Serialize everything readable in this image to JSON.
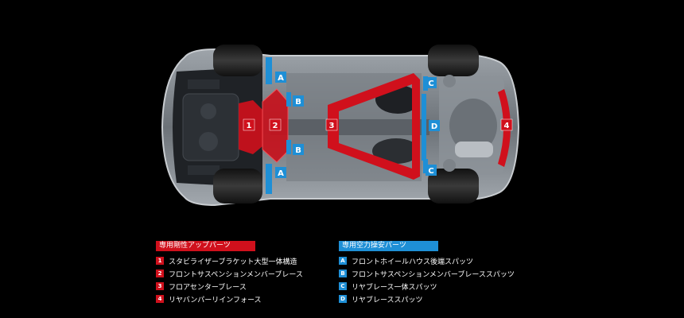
{
  "callouts": {
    "A": "A",
    "B": "B",
    "C": "C",
    "D": "D",
    "n1": "1",
    "n2": "2",
    "n3": "3",
    "n4": "4"
  },
  "rigidity": {
    "title": "専用剛性アップパーツ",
    "items": [
      {
        "key": "1",
        "label": "スタビライザーブラケット大型一体構造"
      },
      {
        "key": "2",
        "label": "フロントサスペンションメンバーブレース"
      },
      {
        "key": "3",
        "label": "フロアセンターブレース"
      },
      {
        "key": "4",
        "label": "リヤバンパーリインフォース"
      }
    ]
  },
  "aero": {
    "title": "専用空力操安パーツ",
    "items": [
      {
        "key": "A",
        "label": "フロントホイールハウス後端スパッツ"
      },
      {
        "key": "B",
        "label": "フロントサスペンションメンバーブレーススパッツ"
      },
      {
        "key": "C",
        "label": "リヤブレース一体スパッツ"
      },
      {
        "key": "D",
        "label": "リヤブレーススパッツ"
      }
    ]
  },
  "colors": {
    "rigidity_accent": "#d0101c",
    "aero_accent": "#1e8fd6",
    "background": "#000000"
  }
}
